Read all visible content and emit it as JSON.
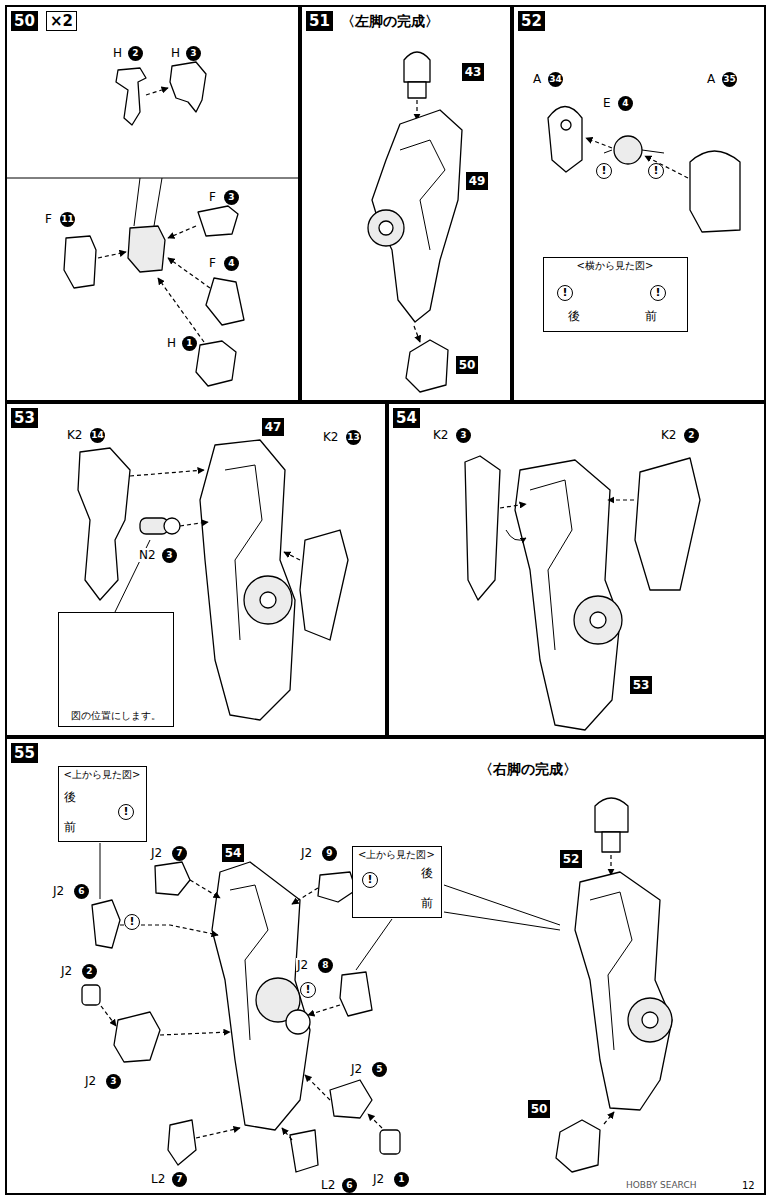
{
  "diagram": {
    "nodes": [
      {
        "text": [
          "50",
          "×2"
        ]
      },
      {
        "text": [
          "51",
          "〈左脚の完成〉"
        ]
      },
      {
        "text": [
          "52"
        ]
      },
      {
        "text": [
          "<横から見た図>"
        ],
        "in": 2
      },
      {
        "text": [
          "53"
        ]
      },
      {
        "text": [
          "図の位置にします。"
        ],
        "in": 4
      },
      {
        "text": [
          "54"
        ]
      },
      {
        "text": [
          "55"
        ]
      },
      {
        "text": [
          "<上から見た図>"
        ],
        "in": 7
      },
      {
        "text": [
          "<上から見た図>"
        ],
        "in": 7
      }
    ],
    "labels": [
      "H",
      "2",
      "H",
      "3",
      "F",
      "11",
      "F",
      "3",
      "F",
      "4",
      "H",
      "1",
      "43",
      "49",
      "50",
      "A",
      "34",
      "E",
      "4",
      "A",
      "35",
      "!",
      "!",
      "!",
      "!",
      "後",
      "前",
      "K2",
      "14",
      "47",
      "K2",
      "13",
      "N2",
      "3",
      "K2",
      "3",
      "K2",
      "2",
      "53",
      "後",
      "!",
      "前",
      "J2",
      "7",
      "54",
      "J2",
      "9",
      "!",
      "後",
      "前",
      "J2",
      "6",
      "!",
      "J2",
      "8",
      "!",
      "J2",
      "2",
      "J2",
      "3",
      "J2",
      "5",
      "J2",
      "1",
      "L2",
      "7",
      "L2",
      "6",
      "〈右脚の完成〉",
      "52",
      "50",
      "HOBBY SEARCH",
      "12"
    ]
  }
}
